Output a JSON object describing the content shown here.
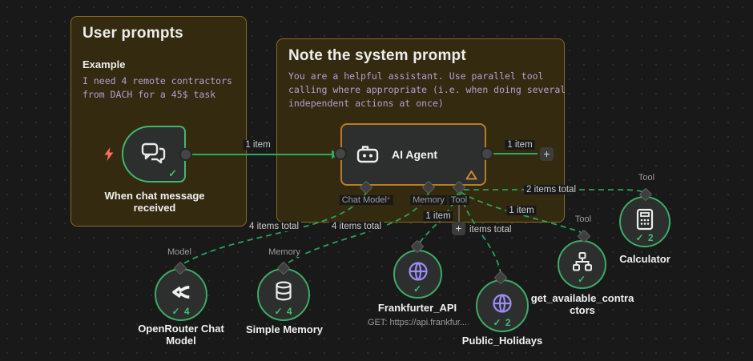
{
  "colors": {
    "canvas_bg": "#191919",
    "sticky_bg": "#342a0f",
    "sticky_border": "#8a6a20",
    "success_green": "#3fbf71",
    "wire_green": "#2aa05c",
    "agent_border_amber": "#b97c22",
    "code_lavender": "#b2a0d4",
    "globe_purple": "#9c8cf5",
    "bolt_red": "#ff6e5a",
    "required_red": "#d6483f"
  },
  "sticky_user_prompts": {
    "title": "User prompts",
    "heading": "Example",
    "code_lines": [
      "I need 4 remote contractors",
      "from DACH for a 45$ task"
    ]
  },
  "sticky_system_prompt": {
    "title": "Note the system prompt",
    "code_lines": [
      "You are a helpful assistant. Use parallel tool",
      "calling where appropriate (i.e. when doing several",
      "independent actions at once)"
    ]
  },
  "trigger": {
    "label": "When chat message received",
    "status": "✓"
  },
  "agent": {
    "title": "AI Agent",
    "ports": {
      "chat_model": "Chat Model",
      "chat_model_required": "*",
      "memory": "Memory",
      "tool": "Tool"
    }
  },
  "plus": "+",
  "edge_labels": {
    "in": "1 item",
    "out": "1 item",
    "model": "4 items total",
    "memory": "4 items total",
    "frankfurter": "1 item",
    "get_available": "1 item",
    "calculator": "2 items total",
    "tool_total": "items total"
  },
  "subnodes": [
    {
      "port": "Model",
      "label": "OpenRouter Chat Model",
      "status": "✓ 4"
    },
    {
      "port": "Memory",
      "label": "Simple Memory",
      "status": "✓ 4"
    },
    {
      "port": "",
      "label": "Frankfurter_API",
      "subtitle": "GET: https://api.frankfur...",
      "status": "✓"
    },
    {
      "port": "",
      "label": "Public_Holidays",
      "status": "✓ 2"
    },
    {
      "port": "Tool",
      "label": "get_available_contractors",
      "status": "✓"
    },
    {
      "port": "Tool",
      "label": "Calculator",
      "status": "✓ 2"
    }
  ]
}
